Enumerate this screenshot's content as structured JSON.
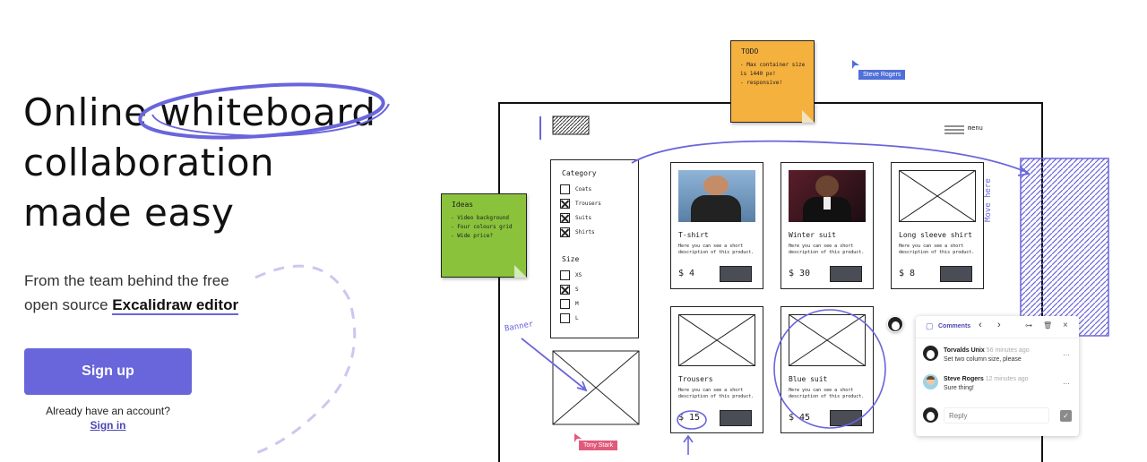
{
  "hero": {
    "line1_pre": "Online ",
    "line1_highlight": "whiteboard",
    "line2": "collaboration",
    "line3": "made easy"
  },
  "tagline": {
    "line1": "From the team behind the free",
    "line2_pre": "open source ",
    "line2_link": "Excalidraw editor"
  },
  "auth": {
    "signup_label": "Sign up",
    "already_text": "Already have an account?",
    "signin_label": "Sign in"
  },
  "colors": {
    "accent": "#6965db",
    "todo_note": "#f5b13d",
    "ideas_note": "#8ac33b"
  },
  "todo_note": {
    "title": "TODO",
    "items": [
      "- Max container size",
      "is 1440 px!",
      "- responsive!"
    ]
  },
  "ideas_note": {
    "title": "Ideas",
    "items": [
      "- Video background",
      "- Four colours grid",
      "- Wide price?"
    ]
  },
  "cursors": {
    "steve": "Steve Rogers",
    "tony": "Tony Stark"
  },
  "mockup": {
    "menu_label": "menu",
    "banner_label": "Banner",
    "move_here_label": "Move here",
    "category": {
      "title": "Category",
      "items": [
        {
          "label": "Coats",
          "checked": false
        },
        {
          "label": "Trousers",
          "checked": true
        },
        {
          "label": "Suits",
          "checked": true
        },
        {
          "label": "Shirts",
          "checked": true
        }
      ]
    },
    "size": {
      "title": "Size",
      "items": [
        {
          "label": "XS",
          "checked": false
        },
        {
          "label": "S",
          "checked": true
        },
        {
          "label": "M",
          "checked": false
        },
        {
          "label": "L",
          "checked": false
        }
      ]
    },
    "products": [
      {
        "title": "T-shirt",
        "desc": "Here you can see a short description of this product.",
        "price": "$ 4"
      },
      {
        "title": "Winter suit",
        "desc": "Here you can see a short description of this product.",
        "price": "$ 30"
      },
      {
        "title": "Long sleeve shirt",
        "desc": "Here you can see a short description of this product.",
        "price": "$ 8"
      },
      {
        "title": "Trousers",
        "desc": "Here you can see a short description of this product.",
        "price": "$ 15"
      },
      {
        "title": "Blue suit",
        "desc": "Here you can see a short description of this product.",
        "price": "$ 45"
      }
    ]
  },
  "comments": {
    "header": "Comments",
    "items": [
      {
        "author": "Torvalds Unix",
        "time": "56 minutes ago",
        "text": "Set two column size, please"
      },
      {
        "author": "Steve Rogers",
        "time": "12 minutes ago",
        "text": "Sure thing!"
      }
    ],
    "reply_placeholder": "Reply",
    "more_glyph": "…"
  }
}
